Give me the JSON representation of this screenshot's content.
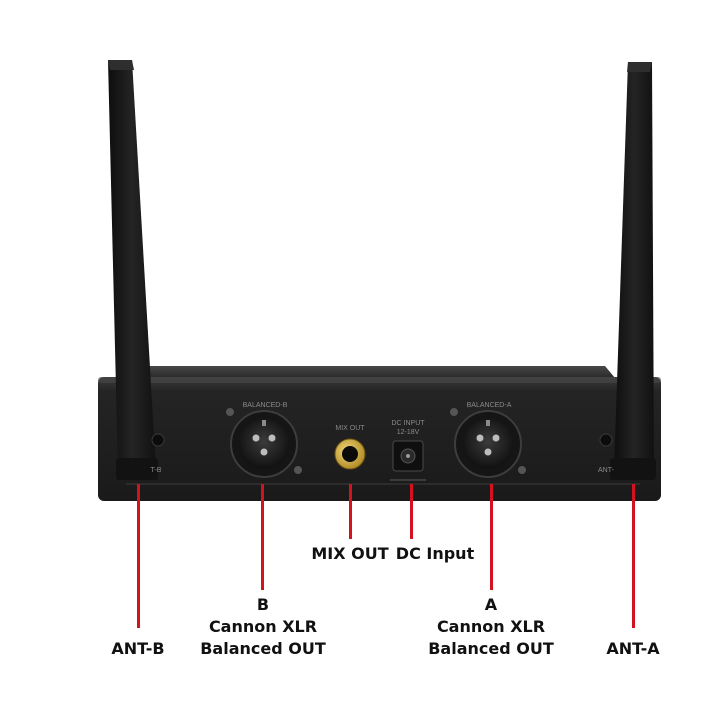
{
  "device": {
    "panel_labels": {
      "balanced_b": "BALANCED-B",
      "mix_out": "MIX OUT",
      "dc_input": "DC INPUT",
      "dc_voltage": "12-18V",
      "balanced_a": "BALANCED-A",
      "ant_b_partial": "T-B",
      "ant_a_partial": "ANT-"
    },
    "colors": {
      "body": "#232323",
      "antenna": "#151515",
      "leader_line": "#d3121f",
      "jack_gold": "#c9a227"
    }
  },
  "callouts": {
    "ant_b": {
      "line1": "ANT-B"
    },
    "b_xlr": {
      "line1": "B",
      "line2": "Cannon XLR",
      "line3": "Balanced OUT"
    },
    "mix_out": {
      "line1": "MIX OUT"
    },
    "dc_input": {
      "line1": "DC Input"
    },
    "a_xlr": {
      "line1": "A",
      "line2": "Cannon XLR",
      "line3": "Balanced OUT"
    },
    "ant_a": {
      "line1": "ANT-A"
    }
  }
}
